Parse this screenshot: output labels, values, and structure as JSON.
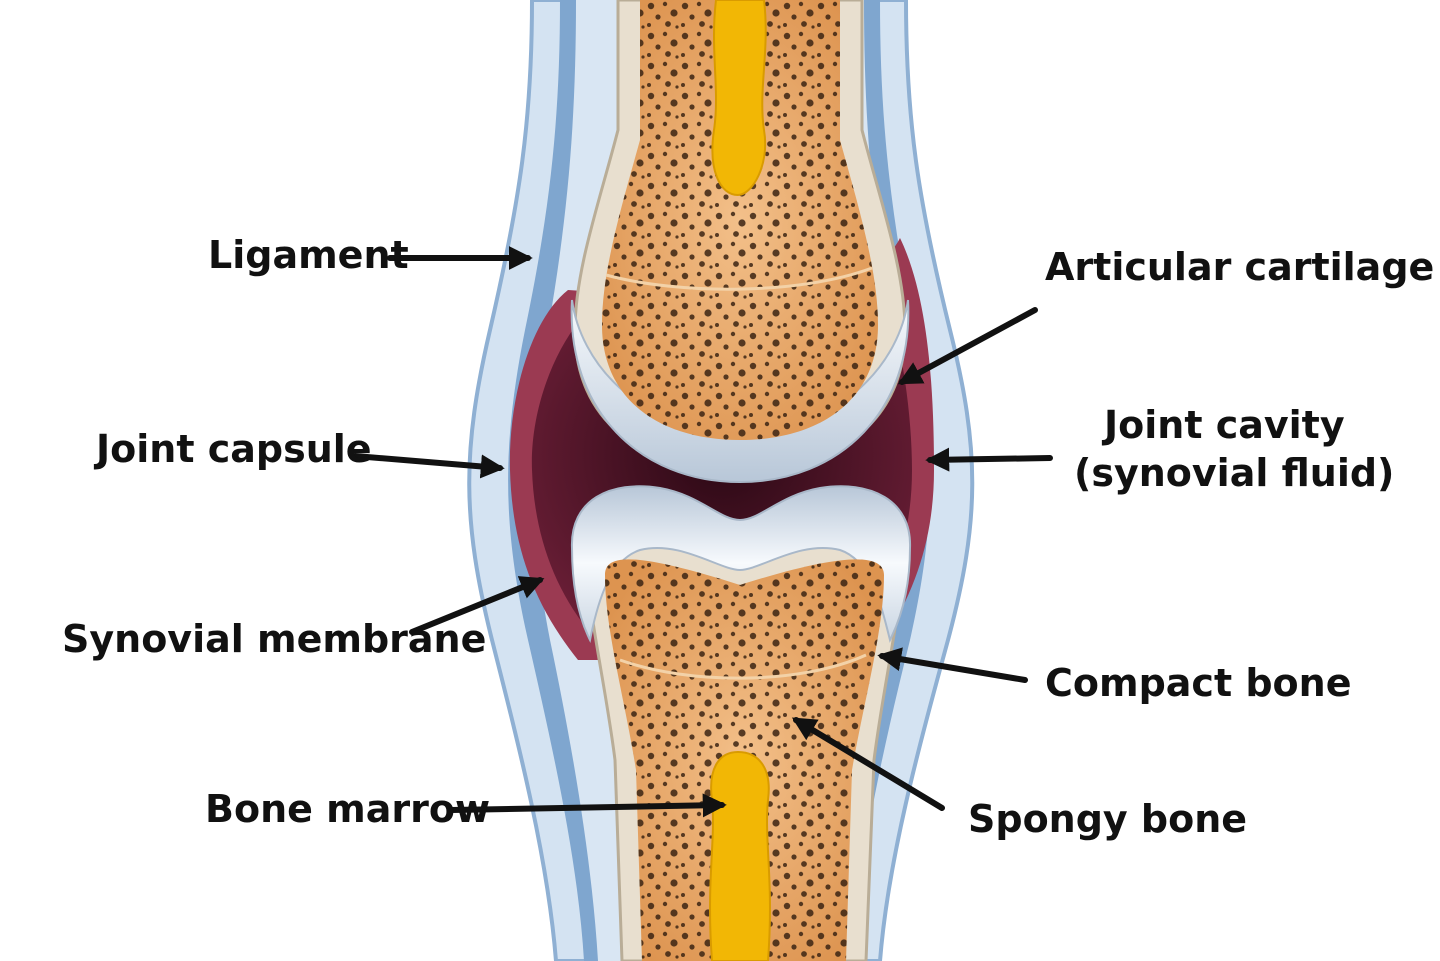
{
  "labels": {
    "ligament": "Ligament",
    "articular_cartilage": "Articular cartilage",
    "joint_cavity_line1": "Joint cavity",
    "joint_cavity_line2": "(synovial fluid)",
    "joint_capsule": "Joint capsule",
    "synovial_membrane": "Synovial membrane",
    "compact_bone": "Compact bone",
    "bone_marrow": "Bone marrow",
    "spongy_bone": "Spongy bone"
  },
  "colors": {
    "ligament_outer": "#d4e3f2",
    "ligament_outline": "#8fb0d3",
    "capsule": "#7fa6cf",
    "synovial_membrane": "#9b3a52",
    "synovial_fluid": "#4a1226",
    "compact_bone": "#e8dfcf",
    "cartilage": "#dfe6ee",
    "spongy_bone": "#e8a968",
    "spongy_pores": "#3b2413",
    "marrow": "#f2b705",
    "label_text": "#111111"
  }
}
